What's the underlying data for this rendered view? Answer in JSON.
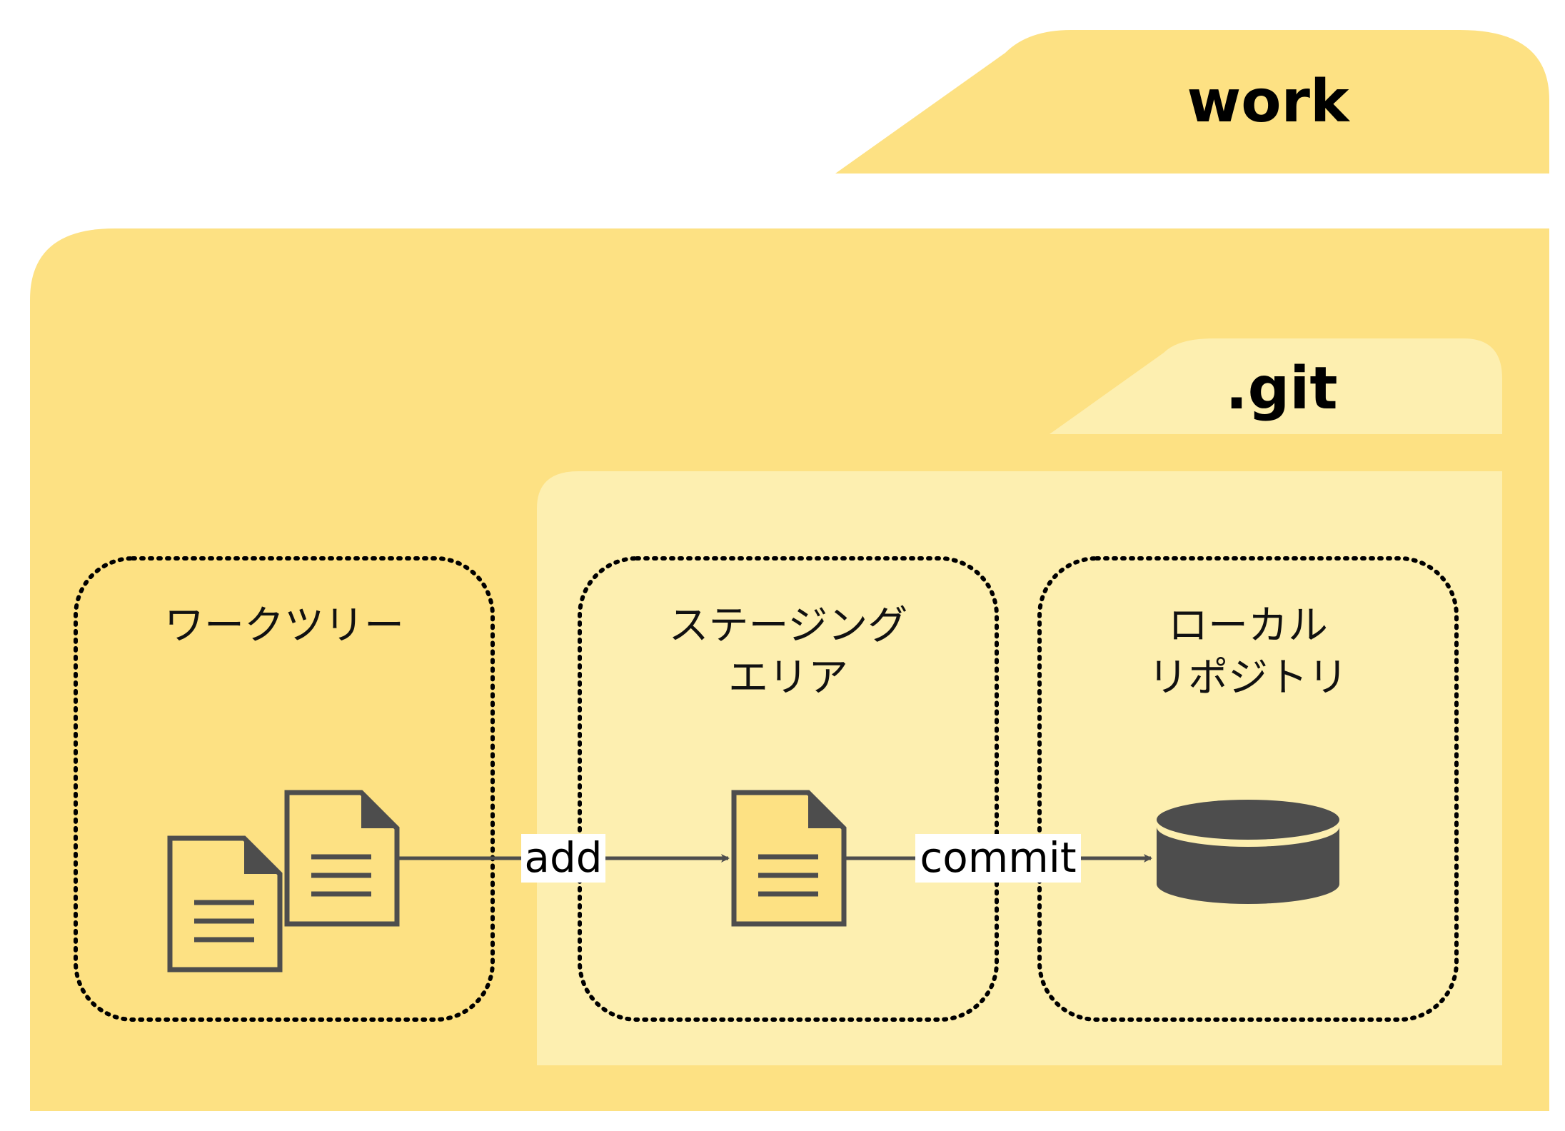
{
  "folders": {
    "work": {
      "title": "work"
    },
    "git": {
      "title": ".git"
    }
  },
  "areas": {
    "worktree": {
      "label": "ワークツリー"
    },
    "staging": {
      "label_line1": "ステージング",
      "label_line2": "エリア"
    },
    "repository": {
      "label_line1": "ローカル",
      "label_line2": "リポジトリ"
    }
  },
  "edges": {
    "add": {
      "label": "add"
    },
    "commit": {
      "label": "commit"
    }
  },
  "colors": {
    "work_folder": "#fde183",
    "git_folder": "#fdefb0",
    "icon_stroke": "#4d4d4d",
    "icon_fill": "#fde183",
    "database": "#4d4d4d",
    "dotted_border": "#000000"
  },
  "icons": {
    "worktree": [
      "document-icon",
      "document-icon"
    ],
    "staging": "document-icon",
    "repository": "database-icon"
  }
}
